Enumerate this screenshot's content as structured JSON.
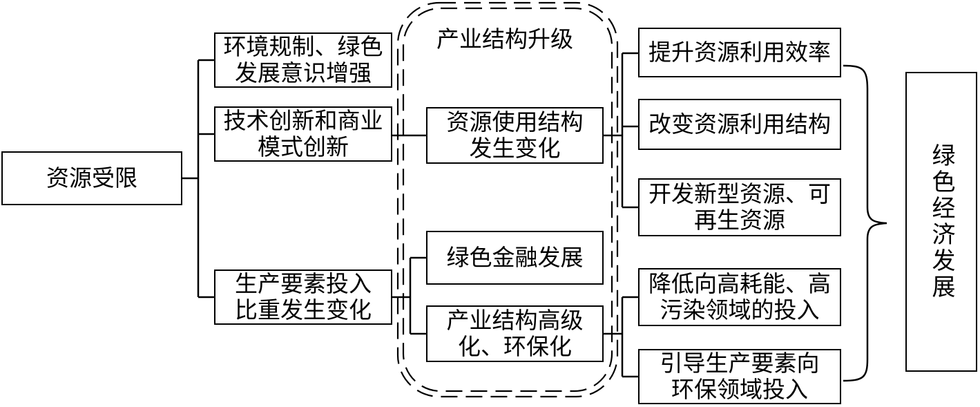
{
  "diagram": {
    "root": "资源受限",
    "drivers": [
      "环境规制、绿色\n发展意识增强",
      "技术创新和商业\n模式创新",
      "生产要素投入\n比重发生变化"
    ],
    "group_title": "产业结构升级",
    "middle": [
      "资源使用结构\n发生变化",
      "绿色金融发展",
      "产业结构高级\n化、环保化"
    ],
    "outcomes": [
      "提升资源利用效率",
      "改变资源利用结构",
      "开发新型资源、可\n再生资源",
      "降低向高耗能、高\n污染领域的投入",
      "引导生产要素向\n环保领域投入"
    ],
    "goal": "绿色经济发展"
  }
}
